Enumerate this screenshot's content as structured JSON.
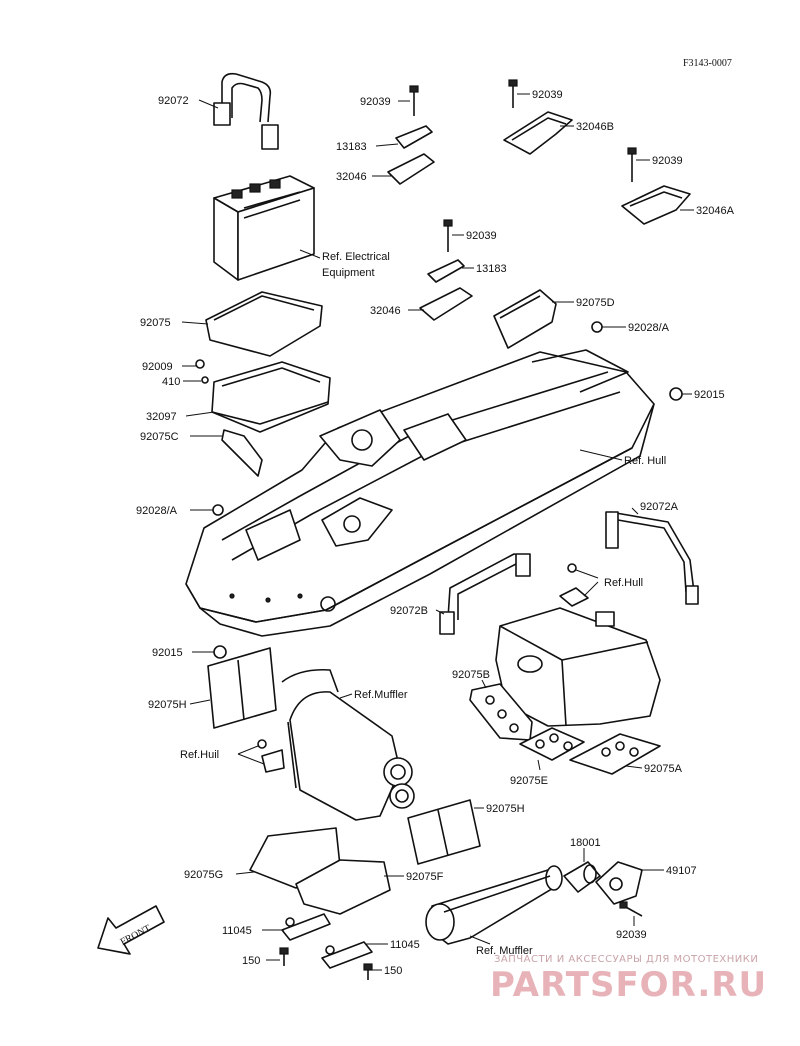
{
  "diagram": {
    "code": "F3143-0007",
    "watermark": {
      "tagline": "ЗАПЧАСТИ И АКСЕССУАРЫ ДЛЯ МОТОТЕХНИКИ",
      "brand": "PARTSFOR.RU"
    },
    "front_label": "FRONT",
    "labels": {
      "l92072": "92072",
      "l92039a": "92039",
      "l92039b": "92039",
      "l13183a": "13183",
      "l32046B": "32046B",
      "l32046a": "32046",
      "l92039c": "92039",
      "l32046A": "32046A",
      "l92039d": "92039",
      "l13183b": "13183",
      "lRefElec1": "Ref. Electrical",
      "lRefElec2": "Equipment",
      "l32046b": "32046",
      "l92075D": "92075D",
      "l92075": "92075",
      "l92028Aa": "92028/A",
      "l92009": "92009",
      "l410": "410",
      "l92015a": "92015",
      "l32097": "32097",
      "l92075C": "92075C",
      "lRefHull1": "Ref. Hull",
      "l92028Ab": "92028/A",
      "l92072A": "92072A",
      "lRefHull2": "Ref.Hull",
      "l92072B": "92072B",
      "l92015b": "92015",
      "l92075B": "92075B",
      "l92075H1": "92075H",
      "lRefMuffler1": "Ref.Muffler",
      "lRefHuil": "Ref.Huil",
      "l92075E": "92075E",
      "l92075A": "92075A",
      "l92075H2": "92075H",
      "l18001": "18001",
      "l49107": "49107",
      "l92075G": "92075G",
      "l92075F": "92075F",
      "l92039e": "92039",
      "l11045a": "11045",
      "l11045b": "11045",
      "lRefMuffler2": "Ref. Muffler",
      "l150a": "150",
      "l150b": "150"
    }
  }
}
